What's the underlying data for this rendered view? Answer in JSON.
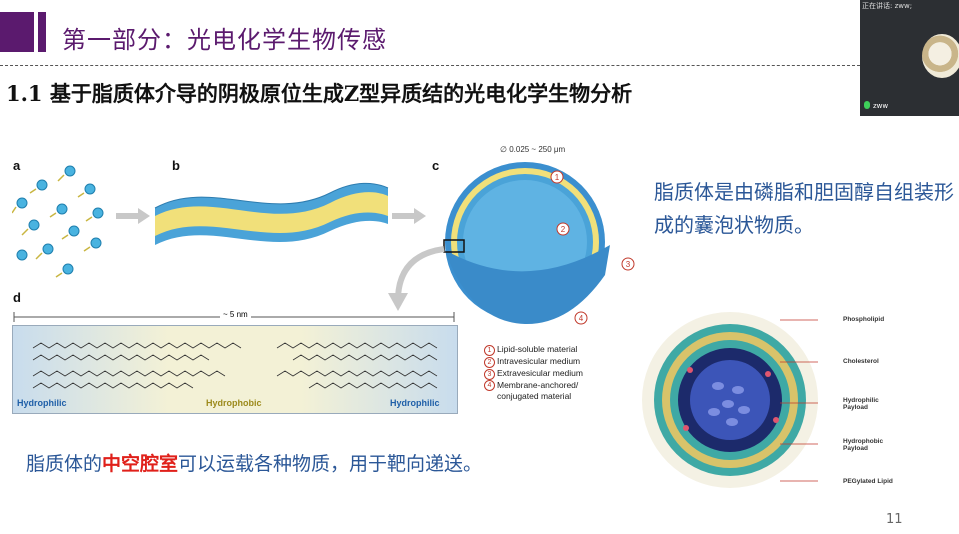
{
  "header": {
    "section_title": "第一部分：光电化学生物传感",
    "subtitle": "1.1 基于脂质体介导的阴极原位生成Z型异质结的光电化学生物分析"
  },
  "video": {
    "speaking_label": "正在讲话: zww;",
    "participant_name": "zww"
  },
  "figure": {
    "panel_a": "a",
    "panel_b": "b",
    "panel_c": "c",
    "panel_d": "d",
    "diameter": "∅ 0.025 ~ 250 μm",
    "scale": "~ 5 nm",
    "hydrophilic_left": "Hydrophilic",
    "hydrophobic": "Hydrophobic",
    "hydrophilic_right": "Hydrophilic",
    "legend": [
      {
        "n": "1",
        "text": "Lipid-soluble material"
      },
      {
        "n": "2",
        "text": "Intravesicular medium"
      },
      {
        "n": "3",
        "text": "Extravesicular medium"
      },
      {
        "n": "4",
        "text": "Membrane-anchored/ conjugated material"
      }
    ],
    "markers": [
      "1",
      "2",
      "3",
      "4"
    ]
  },
  "description": "脂质体是由磷脂和胆固醇自组装形成的囊泡状物质。",
  "liposome_labels": {
    "phospholipid": "Phospholipid",
    "cholesterol": "Cholesterol",
    "hydrophilic_payload": "Hydrophilic Payload",
    "hydrophobic_payload": "Hydrophobic Payload",
    "pegylated_lipid": "PEGylated Lipid"
  },
  "bottom": {
    "prefix": "脂质体的",
    "highlight": "中空腔室",
    "suffix": "可以运载各种物质，用于靶向递送。"
  },
  "page_number": "11",
  "colors": {
    "accent": "#5b1a6e",
    "blue_text": "#2b5797",
    "highlight_red": "#e0201a"
  }
}
